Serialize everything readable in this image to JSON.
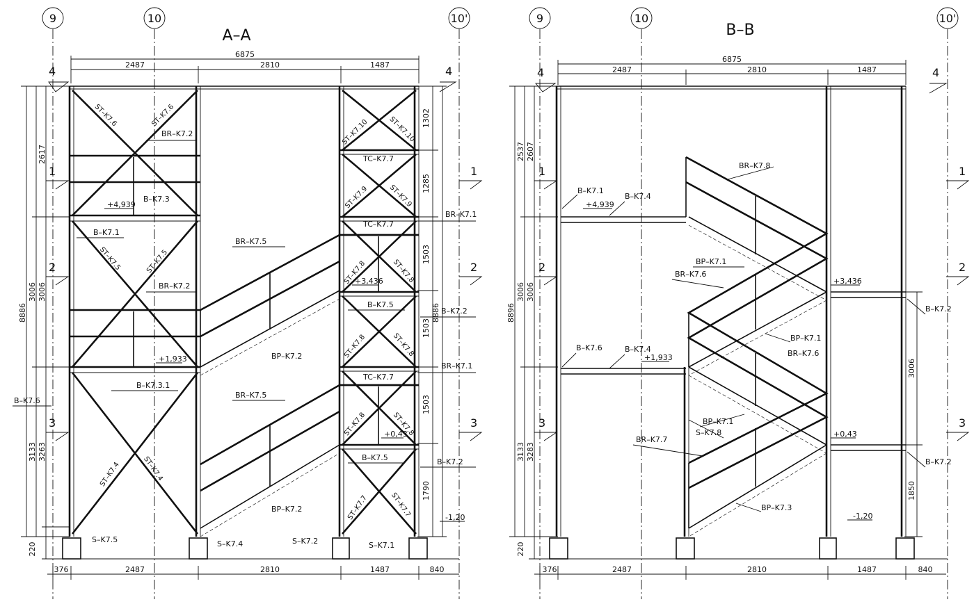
{
  "grid_labels": {
    "g9": "9",
    "g10": "10",
    "g10p": "10'"
  },
  "level_marks": [
    "4",
    "1",
    "2",
    "3"
  ],
  "sections": [
    {
      "title": "A–A",
      "top_dims": {
        "overall": "6875",
        "bay1": "2487",
        "bay2": "2810",
        "bay3": "1487"
      },
      "bottom_dims": {
        "left": "376",
        "bay1": "2487",
        "bay2": "2810",
        "bay3": "1487",
        "right": "840"
      },
      "left_dims": {
        "total": "8886",
        "a": "2617",
        "b": "3006",
        "b2": "3006",
        "c": "3133",
        "c2": "3263",
        "base": "220"
      },
      "right_dims": [
        "1302",
        "1285",
        "1503",
        "1503",
        "1503",
        "1790"
      ],
      "right_overall": "8886",
      "elevations": [
        "+4,939",
        "+1,933",
        "+3,436",
        "+0,43",
        "-1,20"
      ],
      "labels": {
        "st76a": "ST–K7.6",
        "st76b": "ST–K7.6",
        "brk72a": "BR–K7.2",
        "bk73": "B–K7.3",
        "bk71": "B–K7.1",
        "st75a": "ST–K7.5",
        "st75b": "ST–K7.5",
        "brk72b": "BR–K7.2",
        "bk731": "B–K7.3.1",
        "bk76": "B–K7.6",
        "st74a": "ST–K7.4",
        "st74b": "ST–K7.4",
        "sk75": "S–K7.5",
        "sk74": "S–K7.4",
        "sk72": "S–K7.2",
        "sk71": "S–K7.1",
        "brk75a": "BR–K7.5",
        "brk75b": "BR–K7.5",
        "bpk72a": "BP–K7.2",
        "bpk72b": "BP–K7.2",
        "st710a": "ST–K7.10",
        "st710b": "ST–K7.10",
        "tck77a": "TC–K7.7",
        "tck77b": "TC–K7.7",
        "tck77c": "TC–K7.7",
        "st79a": "ST–K7.9",
        "st79b": "ST–K7.9",
        "brk71a": "BR–K7.1",
        "brk71b": "BR–K7.1",
        "st78a": "ST–K7.8",
        "st78b": "ST–K7.8",
        "st78c": "ST–K7.8",
        "st78d": "ST–K7.8",
        "st78e": "ST–K7.8",
        "st78f": "ST–K7.8",
        "bk75a": "B–K7.5",
        "bk75b": "B–K7.5",
        "bk72a": "B–K7.2",
        "bk72b": "B–K7.2",
        "st77a": "ST–K7.7",
        "st77b": "ST–K7.7"
      }
    },
    {
      "title": "B–B",
      "top_dims": {
        "overall": "6875",
        "bay1": "2487",
        "bay2": "2810",
        "bay3": "1487"
      },
      "bottom_dims": {
        "left": "376",
        "bay1": "2487",
        "bay2": "2810",
        "bay3": "1487",
        "right": "840"
      },
      "left_dims": {
        "total": "8896",
        "a": "2537",
        "a2": "2607",
        "b": "3006",
        "b2": "3006",
        "c": "3133",
        "c2": "3283",
        "base": "220"
      },
      "right_dims": [
        "3006",
        "1850"
      ],
      "elevations": [
        "+4,939",
        "+1,933",
        "+3,436",
        "+0,43",
        "-1,20"
      ],
      "labels": {
        "brk78": "BR–K7.8",
        "bk71": "B–K7.1",
        "bk74a": "B–K7.4",
        "bpk71a": "BP–K7.1",
        "brk76a": "BR–K7.6",
        "bk72a": "B–K7.2",
        "bpk71b": "BP–K7.1",
        "brk76b": "BR–K7.6",
        "bk76": "B–K7.6",
        "bk74b": "B–K7.4",
        "bpk71c": "BP–K7.1",
        "sk78": "S–K7.8",
        "brk77": "BR–K7.7",
        "bk72b": "B–K7.2",
        "bpk73": "BP–K7.3"
      }
    }
  ]
}
